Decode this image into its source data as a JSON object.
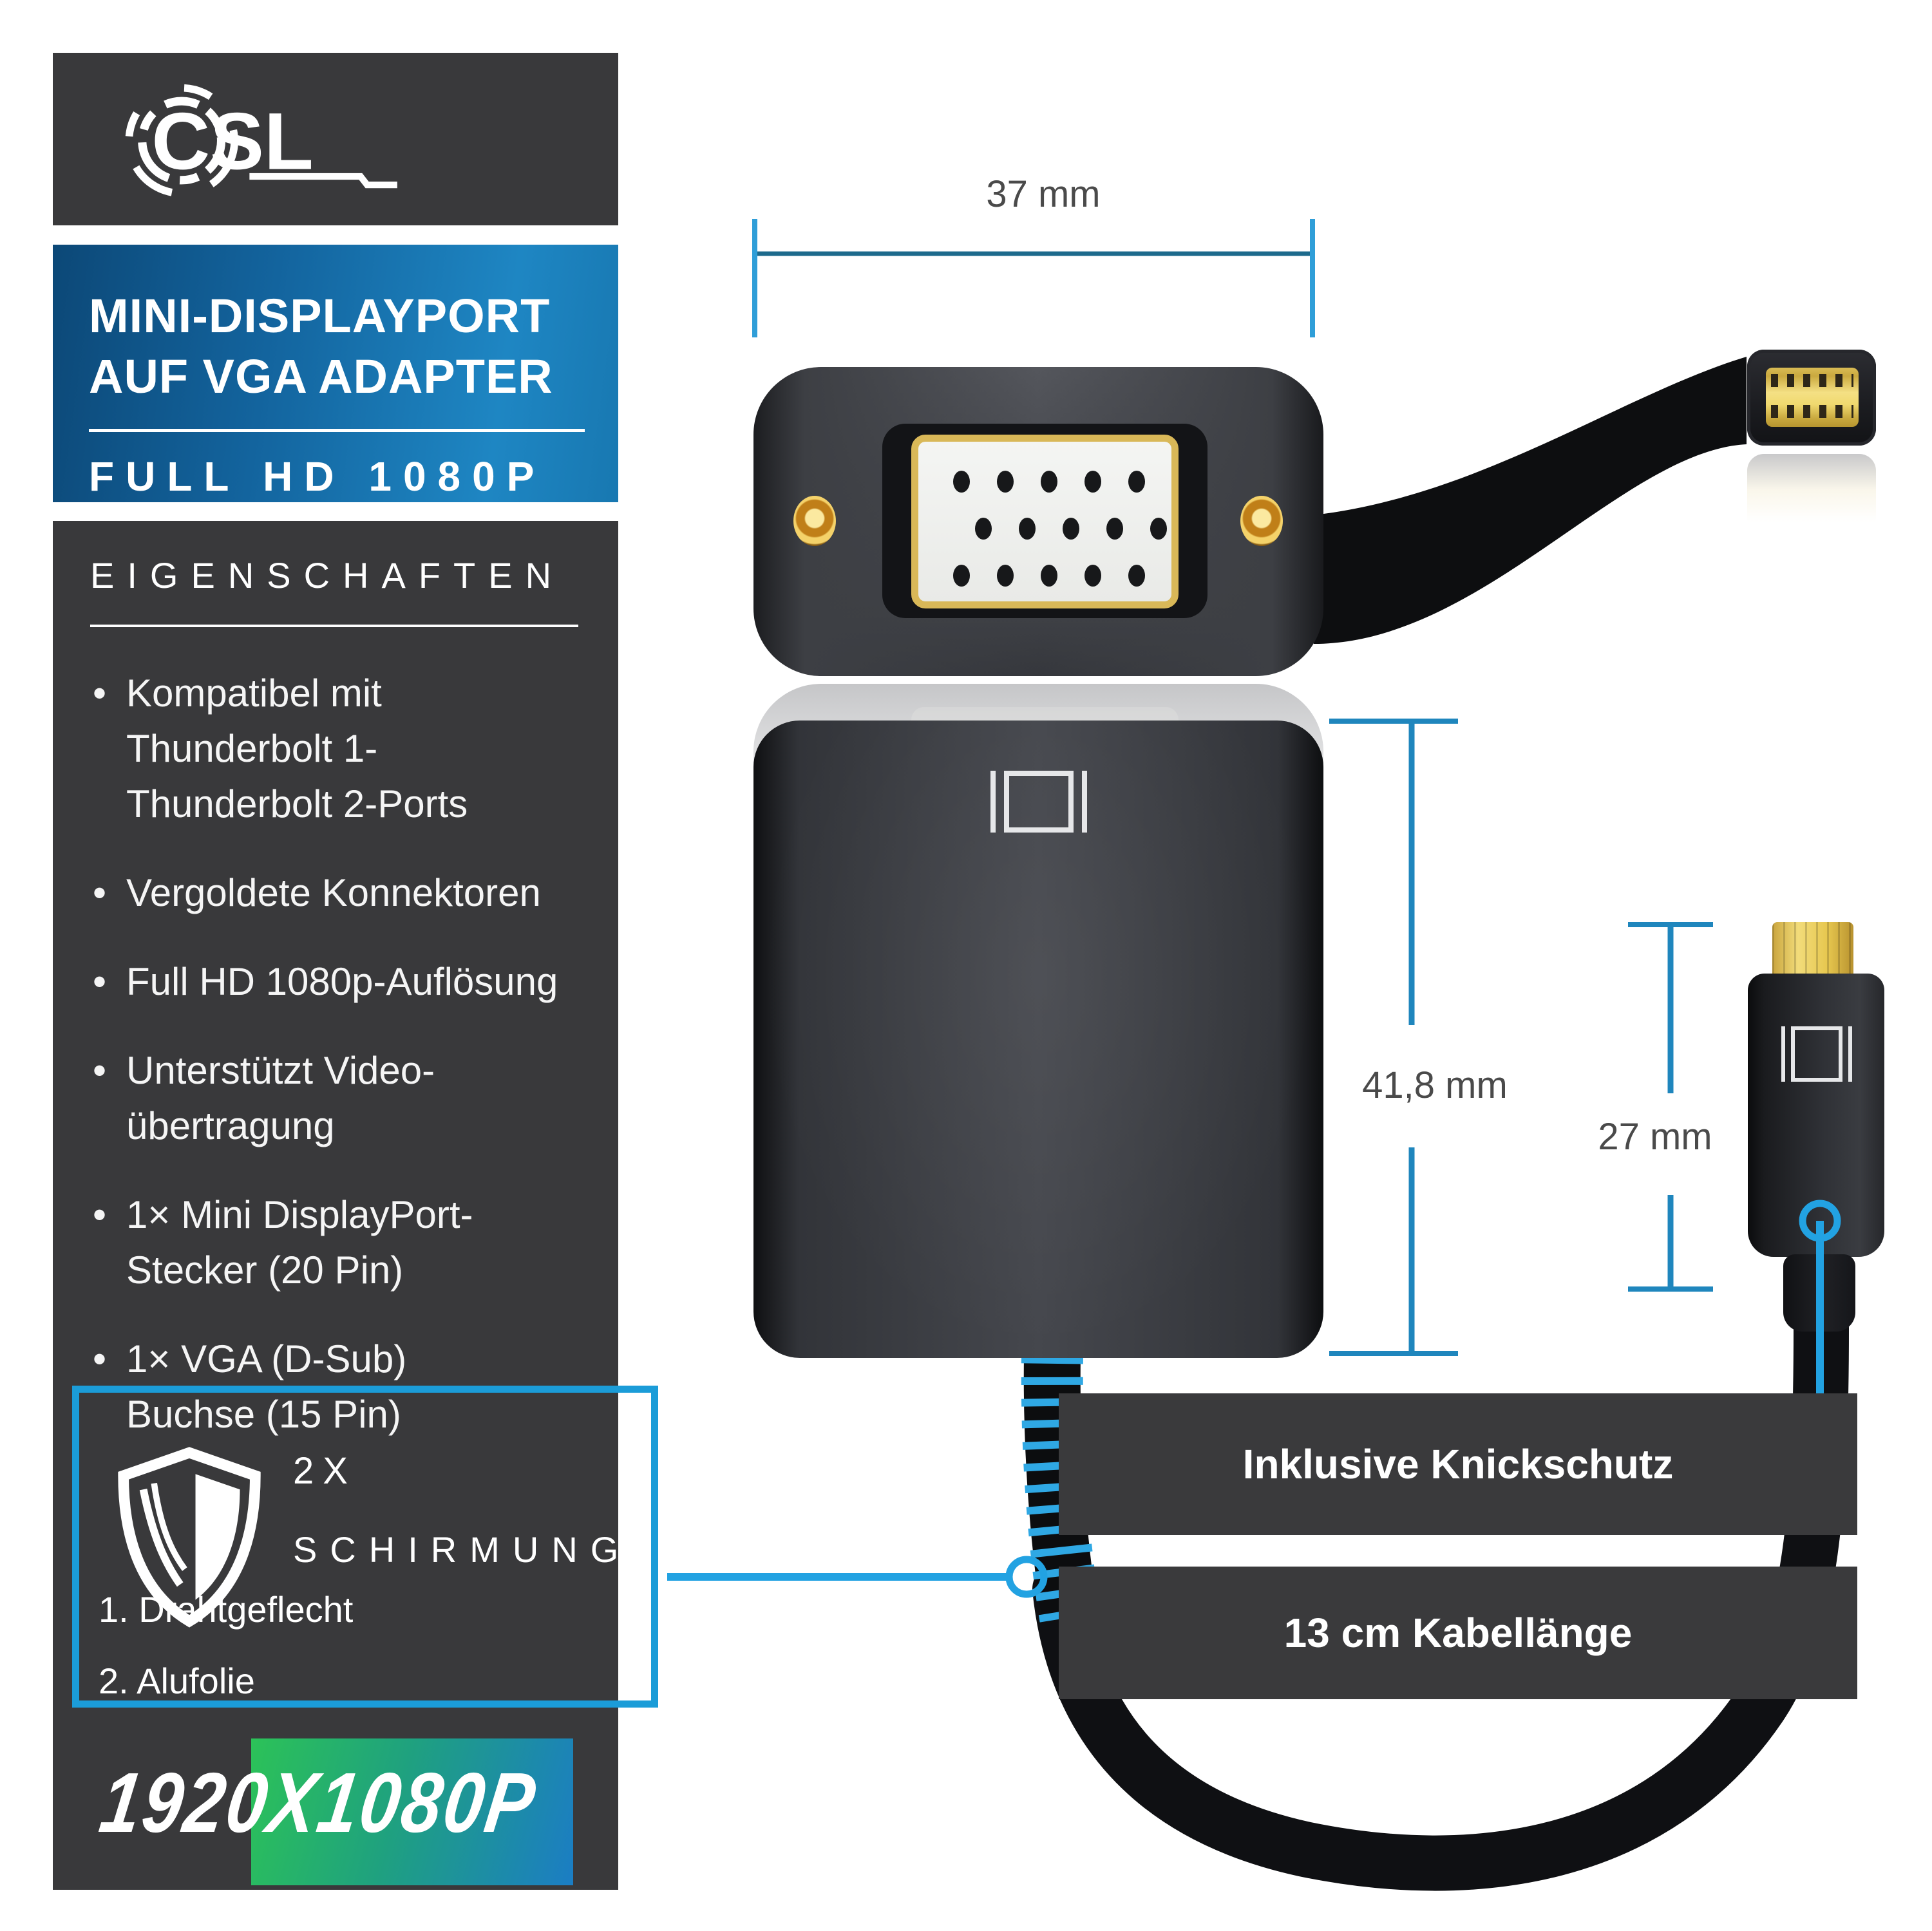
{
  "brand": {
    "logo_text": "CSL"
  },
  "header": {
    "title_line1": "MINI-DISPLAYPORT",
    "title_line2": "AUF VGA ADAPTER",
    "subtitle": "FULL HD 1080P"
  },
  "features": {
    "heading": "EIGENSCHAFTEN",
    "items": [
      "Kompatibel mit\nThunderbolt 1-\nThunderbolt 2-Ports",
      "Vergoldete Konnektoren",
      "Full HD 1080p-Auflösung",
      "Unterstützt Video-\nübertragung",
      "1× Mini DisplayPort-\nStecker (20 Pin)",
      "1× VGA (D-Sub)\nBuchse (15 Pin)"
    ]
  },
  "shielding": {
    "count_label": "2X",
    "name_label": "SCHIRMUNG",
    "layers": [
      "1. Drahtgeflecht",
      "2. Alufolie"
    ]
  },
  "resolution_badge": {
    "text": "1920X1080P"
  },
  "dimensions": {
    "vga_width_label": "37 mm",
    "adapter_height_label": "41,8 mm",
    "plug_length_label": "27 mm"
  },
  "callouts": {
    "kink_protection": "Inklusive Knickschutz",
    "cable_length": "13 cm Kabellänge"
  },
  "colors": {
    "panel_dark": "#39393b",
    "title_gradient_start": "#0c4877",
    "title_gradient_end": "#1e86c3",
    "accent_blue": "#22a2e2",
    "dimension_line_blue": "#1f86bd",
    "dimension_text_gray": "#4a4a4a",
    "badge_gradient_start": "#2cc258",
    "badge_gradient_end": "#1b7dc4",
    "connector_gold": "#e7c74f"
  }
}
